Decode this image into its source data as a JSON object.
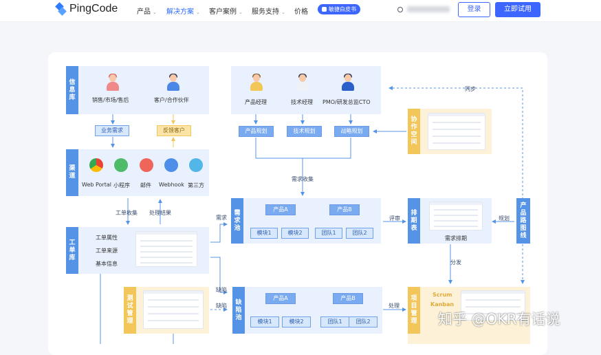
{
  "header": {
    "logo_text": "PingCode",
    "nav": [
      {
        "label": "产品",
        "has_menu": true
      },
      {
        "label": "解决方案",
        "has_menu": true,
        "active": true
      },
      {
        "label": "客户案例",
        "has_menu": true
      },
      {
        "label": "服务支持",
        "has_menu": true
      },
      {
        "label": "价格",
        "has_menu": false
      }
    ],
    "whitepaper_label": "敏捷白皮书",
    "login_label": "登录",
    "trial_label": "立即试用",
    "accent_color": "#3d66ff"
  },
  "diagram": {
    "info_lib": {
      "label": "信\n息\n库",
      "roles": [
        "销售/市场/售后",
        "客户/合作伙伴"
      ],
      "tags": [
        "业务需求",
        "反馈客户"
      ]
    },
    "channels": {
      "label": "渠\n道",
      "items": [
        "Web Portal",
        "小程序",
        "邮件",
        "Webhook",
        "第三方"
      ]
    },
    "ticket_flow": {
      "collect": "工单收集",
      "result": "处理结果"
    },
    "ticket_lib": {
      "label": "工\n单\n库",
      "attrs": [
        "工单属性",
        "工单来源",
        "基本信息"
      ]
    },
    "planners": {
      "roles": [
        "产品经理",
        "技术经理",
        "PMO/研发总监CTO"
      ],
      "plans": [
        "产品规划",
        "技术规划",
        "战略规划"
      ]
    },
    "collab_space": {
      "label": "协\n作\n空\n间"
    },
    "sync_label": "同步",
    "req_collect_label": "需求收集",
    "req_pool": {
      "label": "需\n求\n池",
      "products": [
        "产品A",
        "产品B"
      ],
      "items": [
        "模块1",
        "模块2",
        "团队1",
        "团队2"
      ]
    },
    "req_edge": "需求",
    "review_edge": "评审",
    "schedule": {
      "label": "排\n期\n表",
      "caption": "需求排期"
    },
    "plan_edge": "规划",
    "roadmap": {
      "label": "产\n品\n路\n图\n线"
    },
    "dispatch_edge": "分发",
    "defect_edges": [
      "缺陷",
      "缺陷"
    ],
    "test_mgmt": {
      "label": "测\n试\n管\n理"
    },
    "bug_pool": {
      "label": "缺\n陷\n池",
      "products": [
        "产品A",
        "产品B"
      ],
      "items": [
        "模块1",
        "模块2",
        "团队1",
        "团队2"
      ]
    },
    "handle_edge": "处理",
    "project_mgmt": {
      "label": "项\n目\n管\n理",
      "methods": [
        "Scrum",
        "Kanban"
      ]
    }
  },
  "watermark": "知乎 @OKR有话说"
}
